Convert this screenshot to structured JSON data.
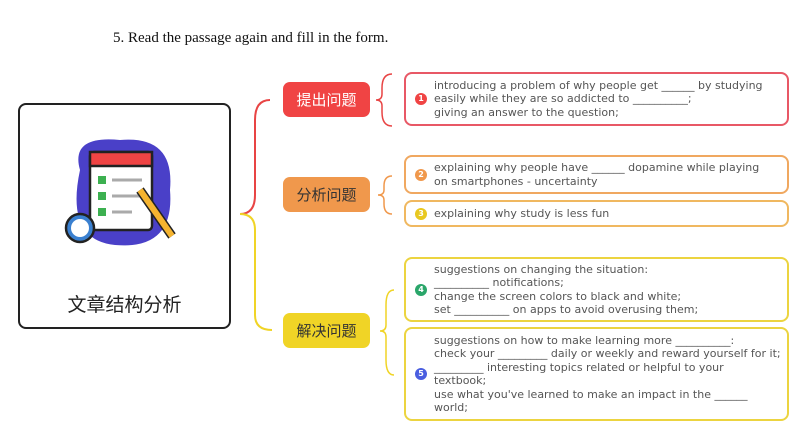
{
  "title": "5. Read the passage again and fill in the form.",
  "center_label": "文章结构分析",
  "stages": [
    {
      "label": "提出问题",
      "color": "#f04444"
    },
    {
      "label": "分析问题",
      "color": "#f0984c"
    },
    {
      "label": "解决问题",
      "color": "#f0d426"
    }
  ],
  "items": [
    {
      "num": "1",
      "color": "#f04444",
      "lines": [
        "introducing a problem of why people get ______ by studying",
        "easily while they are so addicted to __________;",
        "giving an answer to the question;"
      ]
    },
    {
      "num": "2",
      "color": "#f0984c",
      "lines": [
        "explaining why people have ______ dopamine while playing",
        "on smartphones - uncertainty"
      ]
    },
    {
      "num": "3",
      "color": "#e8c820",
      "lines": [
        "explaining why study is less fun"
      ]
    },
    {
      "num": "4",
      "color": "#2aa66a",
      "lines": [
        "suggestions on changing the situation:",
        "__________ notifications;",
        "change the screen colors to black and white;",
        "set __________ on apps to avoid overusing them;"
      ]
    },
    {
      "num": "5",
      "color": "#4a5ee0",
      "lines": [
        "suggestions on how to make learning more __________:",
        "check your _________ daily or weekly and reward yourself for it;",
        "_________ interesting topics related or helpful to your",
        "textbook;",
        "use what you've learned to make an impact in the ______",
        "world;"
      ]
    }
  ]
}
